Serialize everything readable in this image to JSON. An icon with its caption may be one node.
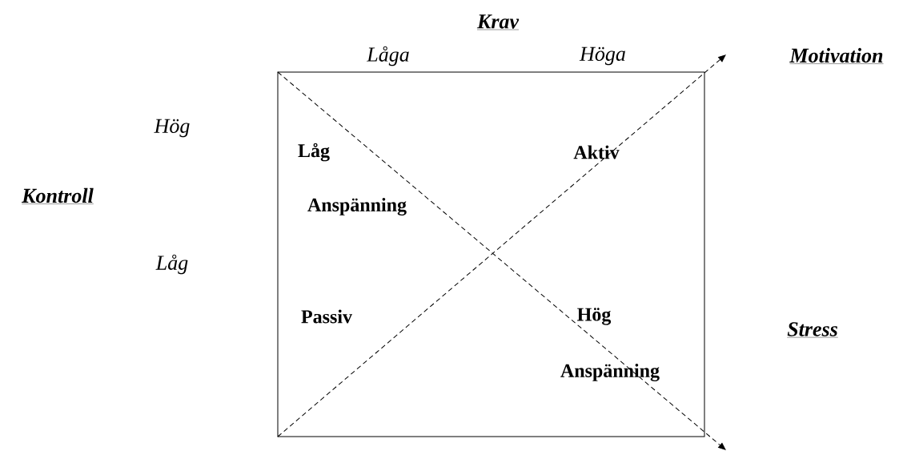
{
  "diagram": {
    "nodes": [
      {
        "text": [],
        "shape": "box"
      }
    ],
    "labels": [
      "Krav",
      "Låga",
      "Höga",
      "Motivation",
      "Hög",
      "Låg",
      "Aktiv",
      "Kontroll",
      "Anspänning",
      "Låg",
      "Passiv",
      "Hög",
      "Stress",
      "Anspänning"
    ]
  }
}
